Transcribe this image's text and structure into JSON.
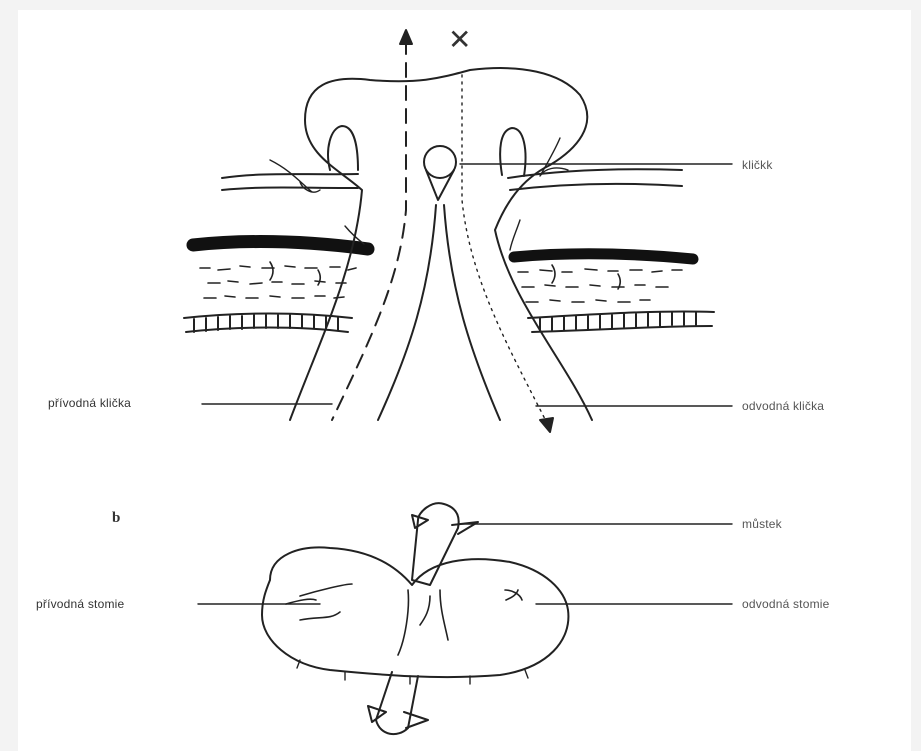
{
  "labels": {
    "knot": "kličkk",
    "afferent_loop": "přívodná klička",
    "efferent_loop": "odvodná klička",
    "panel_b": "b",
    "bridge": "můstek",
    "afferent_stoma": "přívodná stomie",
    "efferent_stoma": "odvodná stomie",
    "cross_mark": "✕"
  }
}
